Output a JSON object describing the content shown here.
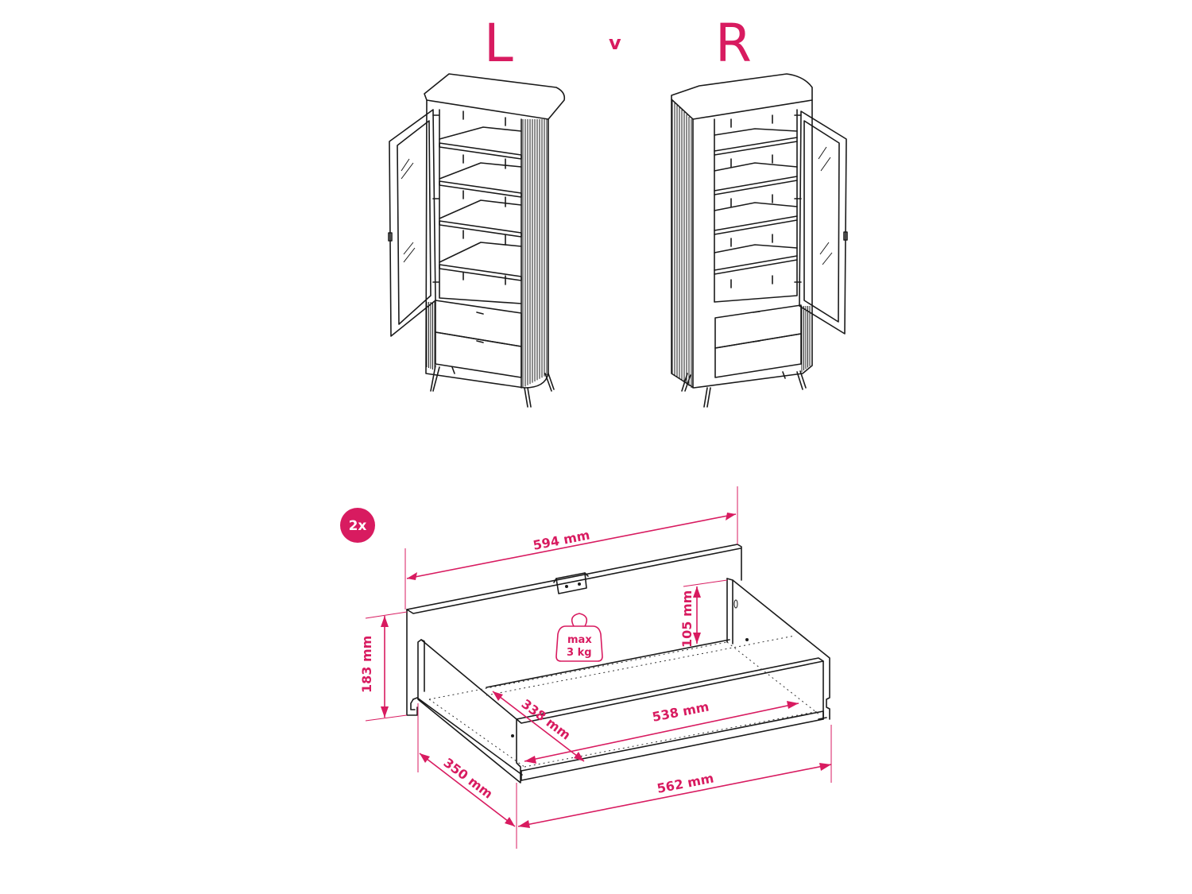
{
  "header": {
    "left_letter": "L",
    "separator": "v",
    "right_letter": "R"
  },
  "badge": {
    "text": "2x"
  },
  "weight": {
    "line1": "max",
    "line2": "3 kg"
  },
  "dimensions": {
    "total_width": "594 mm",
    "height_front": "183 mm",
    "inner_height": "105 mm",
    "inner_depth": "338 mm",
    "inner_width": "538 mm",
    "outer_depth": "350 mm",
    "outer_width": "562 mm"
  },
  "colors": {
    "accent": "#d81b60",
    "ink": "#1a1a1a"
  },
  "icons": [
    "cabinet-left-icon",
    "cabinet-right-icon",
    "drawer-diagram-icon",
    "weight-icon",
    "arrow-icon"
  ]
}
